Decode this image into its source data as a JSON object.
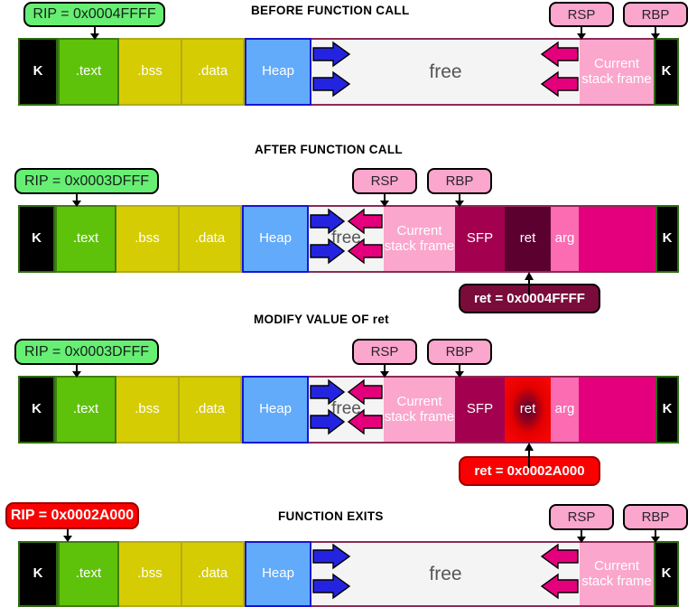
{
  "figure": {
    "kind": "memory-layout-stack-smashing",
    "colors": {
      "kernel": "#000000",
      "text": "#5fc20a",
      "bss_data": "#d6cc04",
      "heap": "#62aafa",
      "free": "#f4f4f4",
      "current_stack_frame": "#fba6cd",
      "sfp": "#a3004f",
      "ret": "#5c0030",
      "ret_highlight": "#fa0000",
      "arg": "#fb6cb2",
      "stack_remainder": "#e4007c",
      "rip_badge": "#66ef73",
      "rip_badge_alert": "#fa0000",
      "register_badge": "#fba6cd",
      "heap_arrow": "#2424e0",
      "stack_arrow": "#e4007c"
    }
  },
  "panels": [
    {
      "id": "before-function-call",
      "title": "BEFORE FUNCTION CALL",
      "rip": {
        "label": "RIP = 0x0004FFFF",
        "state": "normal"
      },
      "registers": [
        {
          "name": "RSP",
          "label": "RSP"
        },
        {
          "name": "RBP",
          "label": "RBP"
        }
      ],
      "segments": [
        {
          "name": "kernel-low",
          "label": "K"
        },
        {
          "name": "text",
          "label": ".text"
        },
        {
          "name": "bss",
          "label": ".bss"
        },
        {
          "name": "data",
          "label": ".data"
        },
        {
          "name": "heap",
          "label": "Heap"
        },
        {
          "name": "free",
          "label": "free"
        },
        {
          "name": "current-stack-frame",
          "label": "Current stack frame"
        },
        {
          "name": "kernel-high",
          "label": "K"
        }
      ]
    },
    {
      "id": "after-function-call",
      "title": "AFTER FUNCTION CALL",
      "rip": {
        "label": "RIP = 0x0003DFFF",
        "state": "normal"
      },
      "registers": [
        {
          "name": "RSP",
          "label": "RSP"
        },
        {
          "name": "RBP",
          "label": "RBP"
        }
      ],
      "segments": [
        {
          "name": "kernel-low",
          "label": "K"
        },
        {
          "name": "text",
          "label": ".text"
        },
        {
          "name": "bss",
          "label": ".bss"
        },
        {
          "name": "data",
          "label": ".data"
        },
        {
          "name": "heap",
          "label": "Heap"
        },
        {
          "name": "free",
          "label": "free"
        },
        {
          "name": "current-stack-frame",
          "label": "Current stack frame"
        },
        {
          "name": "sfp",
          "label": "SFP"
        },
        {
          "name": "ret",
          "label": "ret"
        },
        {
          "name": "arg",
          "label": "arg"
        },
        {
          "name": "stack-remainder",
          "label": ""
        },
        {
          "name": "kernel-high",
          "label": "K"
        }
      ],
      "callout": {
        "label": "ret = 0x0004FFFF",
        "state": "normal"
      }
    },
    {
      "id": "modify-value-of-ret",
      "title": "MODIFY VALUE OF ret",
      "rip": {
        "label": "RIP = 0x0003DFFF",
        "state": "normal"
      },
      "registers": [
        {
          "name": "RSP",
          "label": "RSP"
        },
        {
          "name": "RBP",
          "label": "RBP"
        }
      ],
      "segments": [
        {
          "name": "kernel-low",
          "label": "K"
        },
        {
          "name": "text",
          "label": ".text"
        },
        {
          "name": "bss",
          "label": ".bss"
        },
        {
          "name": "data",
          "label": ".data"
        },
        {
          "name": "heap",
          "label": "Heap"
        },
        {
          "name": "free",
          "label": "free"
        },
        {
          "name": "current-stack-frame",
          "label": "Current stack frame"
        },
        {
          "name": "sfp",
          "label": "SFP"
        },
        {
          "name": "ret",
          "label": "ret"
        },
        {
          "name": "arg",
          "label": "arg"
        },
        {
          "name": "stack-remainder",
          "label": ""
        },
        {
          "name": "kernel-high",
          "label": "K"
        }
      ],
      "callout": {
        "label": "ret = 0x0002A000",
        "state": "alert"
      }
    },
    {
      "id": "function-exits",
      "title": "FUNCTION EXITS",
      "rip": {
        "label": "RIP = 0x0002A000",
        "state": "alert"
      },
      "registers": [
        {
          "name": "RSP",
          "label": "RSP"
        },
        {
          "name": "RBP",
          "label": "RBP"
        }
      ],
      "segments": [
        {
          "name": "kernel-low",
          "label": "K"
        },
        {
          "name": "text",
          "label": ".text"
        },
        {
          "name": "bss",
          "label": ".bss"
        },
        {
          "name": "data",
          "label": ".data"
        },
        {
          "name": "heap",
          "label": "Heap"
        },
        {
          "name": "free",
          "label": "free"
        },
        {
          "name": "current-stack-frame",
          "label": "Current stack frame"
        },
        {
          "name": "kernel-high",
          "label": "K"
        }
      ]
    }
  ]
}
